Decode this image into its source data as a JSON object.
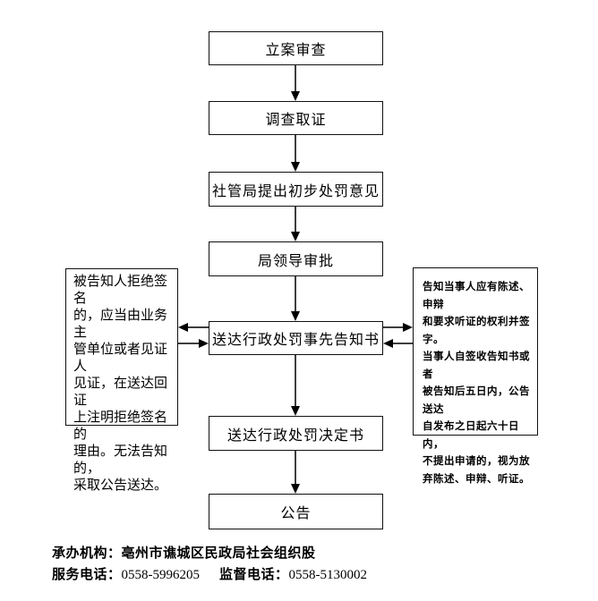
{
  "flow": {
    "steps": [
      {
        "label": "立案审查"
      },
      {
        "label": "调查取证"
      },
      {
        "label": "社管局提出初步处罚意见"
      },
      {
        "label": "局领导审批"
      },
      {
        "label": "送达行政处罚事先告知书"
      },
      {
        "label": "送达行政处罚决定书"
      },
      {
        "label": "公告"
      }
    ]
  },
  "notes": {
    "left": {
      "lines": [
        "被告知人拒绝签名",
        "的，应当由业务主",
        "管单位或者见证人",
        "见证，在送达回证",
        "上注明拒绝签名的",
        "理由。无法告知的，",
        "采取公告送达。"
      ]
    },
    "right": {
      "lines": [
        "告知当事人应有陈述、申辩",
        "和要求听证的权利并签字。",
        "当事人自签收告知书或者",
        "被告知后五日内，公告送达",
        "自发布之日起六十日内，",
        "不提出申请的，视为放",
        "弃陈述、申辩、听证。"
      ]
    }
  },
  "footer": {
    "agency_label": "承办机构：",
    "agency_value": "亳州市谯城区民政局社会组织股",
    "service_phone_label": "服务电话：",
    "service_phone_value": "0558-5996205",
    "supervision_phone_label": "监督电话：",
    "supervision_phone_value": "0558-5130002"
  },
  "colors": {
    "background": "#ffffff",
    "box_border": "#111111",
    "arrow_line": "#3d3d3d",
    "arrow_head": "#000000",
    "text": "#000000"
  }
}
